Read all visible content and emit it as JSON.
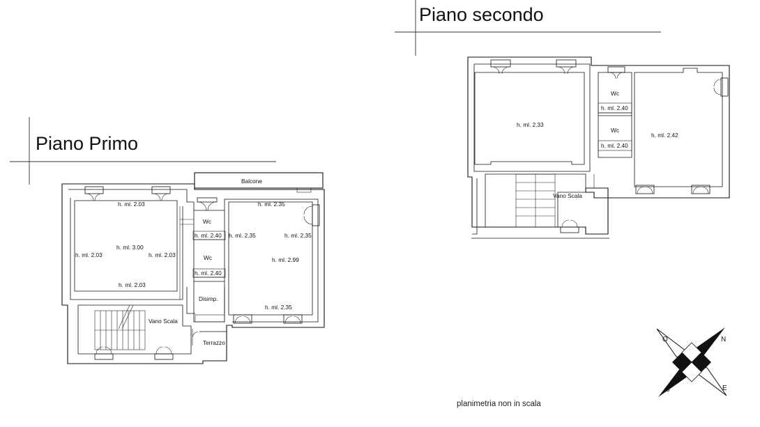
{
  "floor1": {
    "title": "Piano Primo",
    "balcony": "Balcone",
    "wc_a": "Wc",
    "wc_a_h": "h. ml. 2.40",
    "wc_b": "Wc",
    "wc_b_h": "h. ml. 2.40",
    "hall": "Disimp.",
    "stair": "Vano Scala",
    "terrace": "Terrazzo",
    "lr_top": "h. ml. 2.03",
    "lr_center": "h. ml. 3.00",
    "lr_left": "h. ml. 2.03",
    "lr_right": "h. ml. 2.03",
    "lr_bottom": "h. ml. 2.03",
    "rr_top": "h. ml. 2.35",
    "rr_left": "h. ml. 2.35",
    "rr_right": "h. ml. 2.35",
    "rr_center": "h. ml. 2.99",
    "rr_bottom": "h. ml. 2.35"
  },
  "floor2": {
    "title": "Piano secondo",
    "left_room": "h. ml. 2.33",
    "wc_a": "Wc",
    "wc_a_h": "h. ml. 2.40",
    "wc_b": "Wc",
    "wc_b_h": "h. ml. 2.40",
    "right_room": "h. ml. 2.42",
    "stair": "Vano Scala"
  },
  "compass": {
    "n": "N",
    "s": "S",
    "e": "E",
    "o": "O",
    "icon": "compass-rose-icon"
  },
  "note": "planimetria non in scala"
}
